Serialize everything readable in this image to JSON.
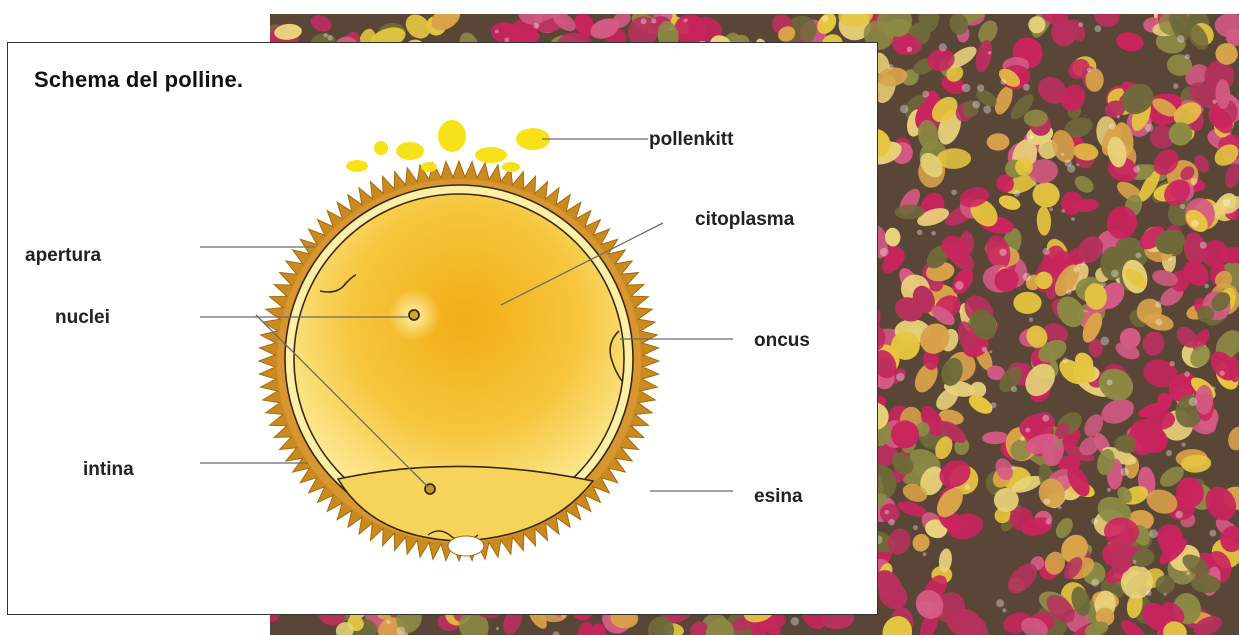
{
  "diagram": {
    "title": "Schema del polline.",
    "labels": {
      "pollenkitt": "pollenkitt",
      "citoplasma": "citoplasma",
      "apertura": "apertura",
      "nuclei": "nuclei",
      "oncus": "oncus",
      "intina": "intina",
      "esina": "esina"
    }
  },
  "colors": {
    "exine": "#c98a1f",
    "exine_dark": "#a8690f",
    "cytoplasm_center": "#f0b21e",
    "cytoplasm_edge": "#fde68a",
    "pollenkitt": "#f7e21a",
    "pollen_magenta": "#c9245e",
    "pollen_yellow": "#e6c640",
    "pollen_olive": "#8c8a44"
  }
}
